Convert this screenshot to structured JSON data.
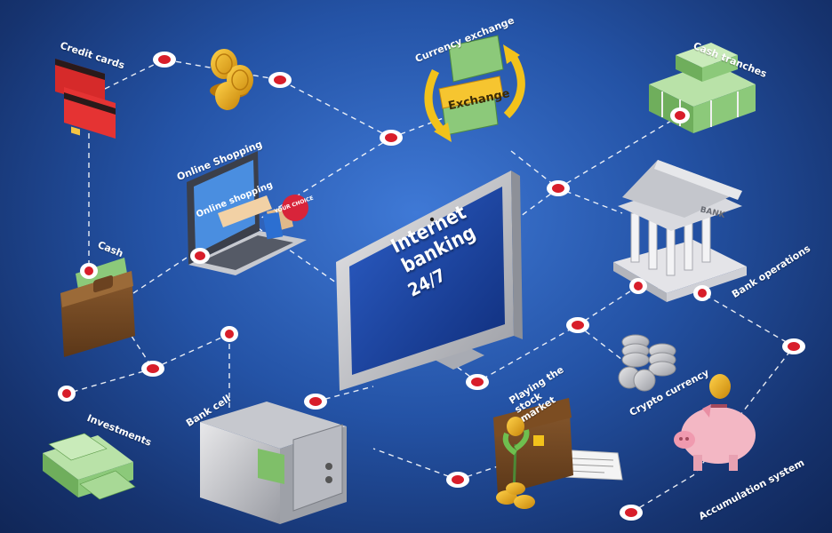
{
  "monitor": {
    "line1": "Internet banking",
    "line2": "24/7"
  },
  "labels": {
    "credit_cards": "Credit cards",
    "currency_exchange": "Currency exchange",
    "cash_tranches": "Cash tranches",
    "online_shopping": "Online Shopping",
    "cash": "Cash",
    "bank_operations": "Bank operations",
    "playing_stock_market": "Playing the stock market",
    "crypto_currency": "Crypto currency",
    "bank_cell": "Bank cell",
    "investments": "Investments",
    "accumulation_system": "Accumulation system"
  },
  "icon_text": {
    "exchange": "Exchange",
    "online_shopping_screen": "Online shopping",
    "your_choice": "YOUR CHOICE",
    "bank": "BANK"
  },
  "colors": {
    "background": "#2453a6",
    "node_red": "#d81e2a",
    "connector": "#ffffff",
    "money_green": "#8cc97a",
    "gold": "#f2b320"
  }
}
